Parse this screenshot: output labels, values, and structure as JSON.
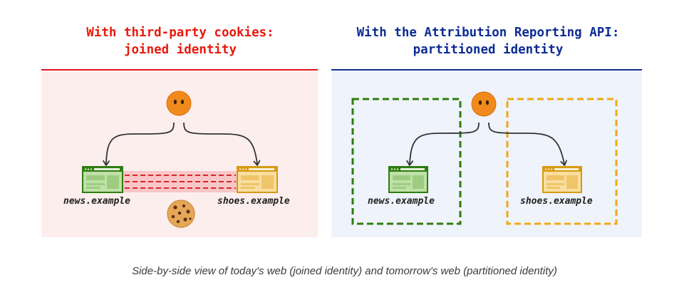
{
  "left": {
    "title": "With third-party cookies:\njoined identity",
    "news_label": "news.example",
    "shoes_label": "shoes.example"
  },
  "right": {
    "title": "With the Attribution Reporting API:\npartitioned identity",
    "news_label": "news.example",
    "shoes_label": "shoes.example"
  },
  "caption": "Side-by-side view of today's web (joined identity) and tomorrow's web (partitioned identity)",
  "colors": {
    "left_accent": "#e8190d",
    "right_accent": "#0d2c94",
    "news_site": "#2e7d0f",
    "shoes_site": "#e0a81a",
    "face": "#f08a1c",
    "cookie": "#e6a756"
  },
  "icons": [
    "face-icon",
    "browser-window-icon",
    "cookie-icon",
    "arrow-icon"
  ]
}
